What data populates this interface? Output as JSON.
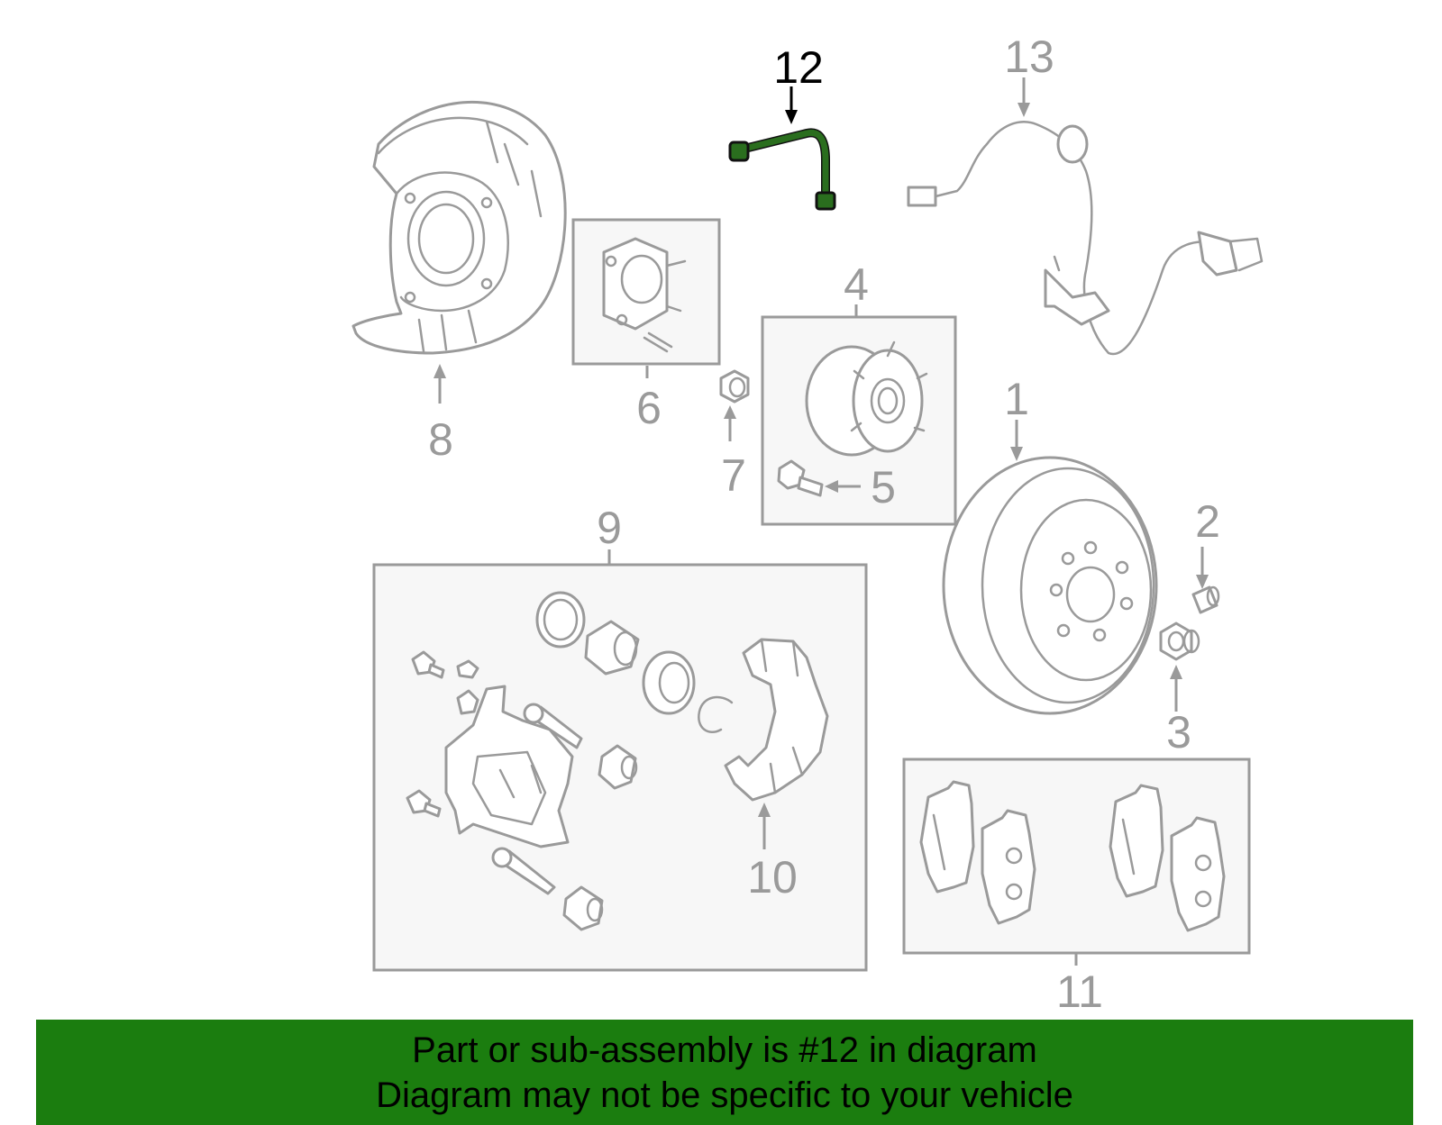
{
  "callouts": [
    {
      "id": "1",
      "label": "1"
    },
    {
      "id": "2",
      "label": "2"
    },
    {
      "id": "3",
      "label": "3"
    },
    {
      "id": "4",
      "label": "4"
    },
    {
      "id": "5",
      "label": "5"
    },
    {
      "id": "6",
      "label": "6"
    },
    {
      "id": "7",
      "label": "7"
    },
    {
      "id": "8",
      "label": "8"
    },
    {
      "id": "9",
      "label": "9"
    },
    {
      "id": "10",
      "label": "10"
    },
    {
      "id": "11",
      "label": "11"
    },
    {
      "id": "12",
      "label": "12",
      "highlighted": true
    },
    {
      "id": "13",
      "label": "13"
    }
  ],
  "colors": {
    "part_line": "#9a9a9a",
    "highlight_part": "#2a6e1e",
    "banner_bg": "#1b7d0f",
    "banner_text": "#000000"
  },
  "banner": {
    "line1": "Part or sub-assembly is #12 in diagram",
    "line2": "Diagram may not be specific to your vehicle"
  }
}
